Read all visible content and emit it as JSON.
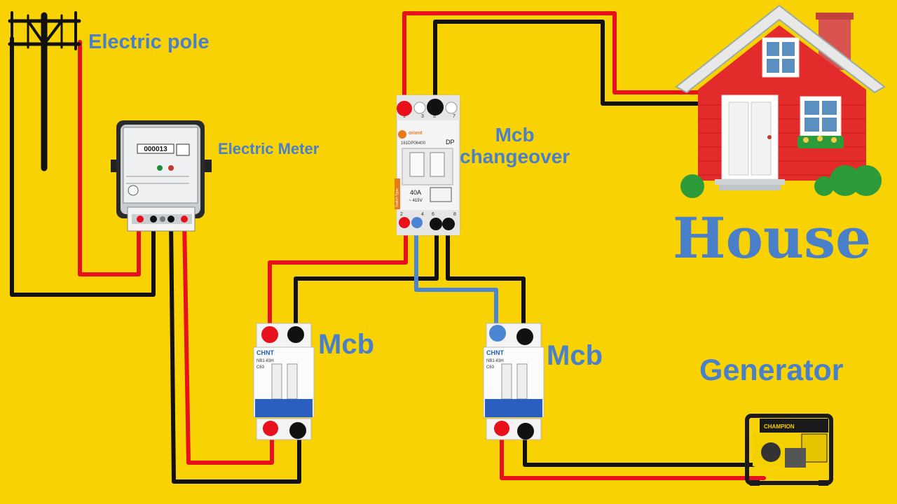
{
  "labels": {
    "electric_pole": "Electric pole",
    "electric_meter": "Electric Meter",
    "mcb_changeover_line1": "Mcb",
    "mcb_changeover_line2": "changeover",
    "mcb_left": "Mcb",
    "mcb_right": "Mcb",
    "house": "House",
    "generator": "Generator"
  },
  "changeover": {
    "brand": "orient",
    "model": "161DP06400",
    "pole": "DP",
    "rating": "40A",
    "voltage": "~ 415V",
    "side_text": "Switch Type",
    "top_terminals": [
      "1",
      "3",
      "5",
      "7"
    ],
    "bottom_terminals": [
      "2",
      "4",
      "6",
      "8"
    ]
  },
  "mcb": {
    "brand": "CHNT",
    "model": "NB1-63H",
    "rating": "C63"
  },
  "meter": {
    "reading": "000013"
  },
  "generator": {
    "brand": "CHAMPION"
  },
  "colors": {
    "background": "#f9d204",
    "phase_wire": "#e8101a",
    "neutral_wire": "#111111",
    "generator_neutral_wire": "#4a86d4",
    "label_text": "#4a7fc9"
  }
}
